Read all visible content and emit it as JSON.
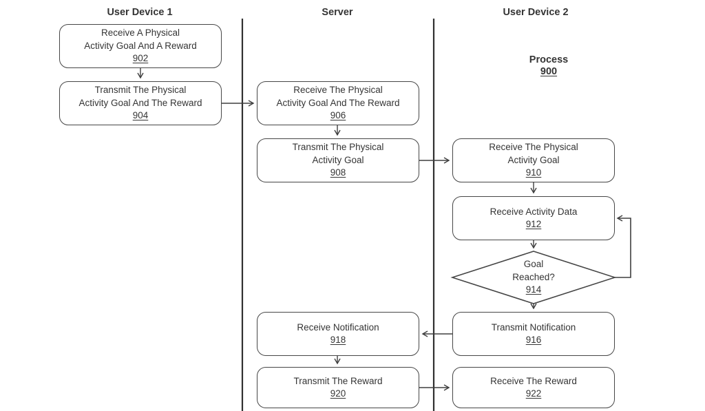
{
  "figure": {
    "kind": "flowchart",
    "background": "#ffffff",
    "ink_color": "#3e3e3e",
    "text_color": "#343434"
  },
  "lanes": [
    {
      "label": "User Device 1"
    },
    {
      "label": "Server"
    },
    {
      "label": "User Device 2"
    }
  ],
  "process_label": {
    "title": "Process",
    "ref": "900"
  },
  "nodes": {
    "n902": {
      "lines": [
        "Receive A Physical",
        "Activity Goal And A Reward"
      ],
      "ref": "902",
      "lane": "User Device 1",
      "shape": "rounded-rect"
    },
    "n904": {
      "lines": [
        "Transmit The Physical",
        "Activity Goal And The Reward"
      ],
      "ref": "904",
      "lane": "User Device 1",
      "shape": "rounded-rect"
    },
    "n906": {
      "lines": [
        "Receive The Physical",
        "Activity Goal And The Reward"
      ],
      "ref": "906",
      "lane": "Server",
      "shape": "rounded-rect"
    },
    "n908": {
      "lines": [
        "Transmit The Physical",
        "Activity Goal"
      ],
      "ref": "908",
      "lane": "Server",
      "shape": "rounded-rect"
    },
    "n910": {
      "lines": [
        "Receive The Physical",
        "Activity Goal"
      ],
      "ref": "910",
      "lane": "User Device 2",
      "shape": "rounded-rect"
    },
    "n912": {
      "lines": [
        "Receive Activity Data"
      ],
      "ref": "912",
      "lane": "User Device 2",
      "shape": "rounded-rect"
    },
    "n914": {
      "lines": [
        "Goal",
        "Reached?"
      ],
      "ref": "914",
      "lane": "User Device 2",
      "shape": "diamond"
    },
    "n916": {
      "lines": [
        "Transmit Notification"
      ],
      "ref": "916",
      "lane": "User Device 2",
      "shape": "rounded-rect"
    },
    "n918": {
      "lines": [
        "Receive Notification"
      ],
      "ref": "918",
      "lane": "Server",
      "shape": "rounded-rect"
    },
    "n920": {
      "lines": [
        "Transmit The Reward"
      ],
      "ref": "920",
      "lane": "Server",
      "shape": "rounded-rect"
    },
    "n922": {
      "lines": [
        "Receive The Reward"
      ],
      "ref": "922",
      "lane": "User Device 2",
      "shape": "rounded-rect"
    }
  },
  "edges": [
    {
      "from": "902",
      "to": "904"
    },
    {
      "from": "904",
      "to": "906"
    },
    {
      "from": "906",
      "to": "908"
    },
    {
      "from": "908",
      "to": "910"
    },
    {
      "from": "910",
      "to": "912"
    },
    {
      "from": "912",
      "to": "914"
    },
    {
      "from": "914",
      "to": "912",
      "note": "loop back"
    },
    {
      "from": "914",
      "to": "916"
    },
    {
      "from": "916",
      "to": "918"
    },
    {
      "from": "918",
      "to": "920"
    },
    {
      "from": "920",
      "to": "922"
    }
  ]
}
